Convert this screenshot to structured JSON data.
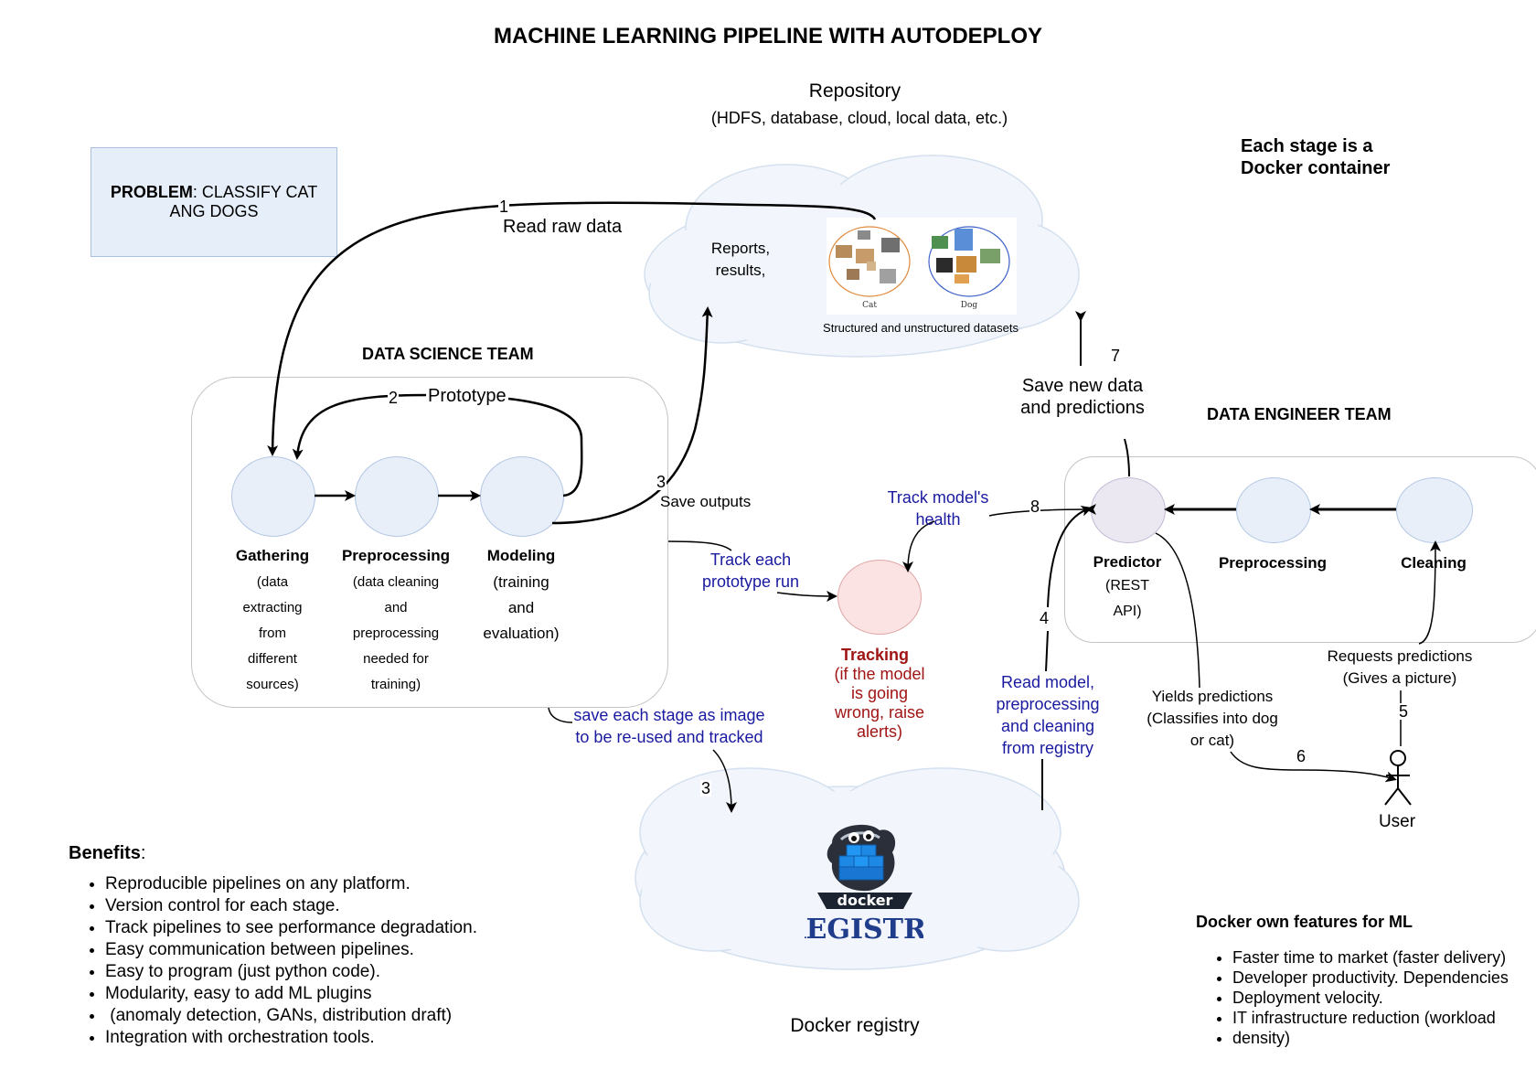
{
  "title": "MACHINE LEARNING PIPELINE WITH AUTODEPLOY",
  "repository": {
    "title": "Repository",
    "subtitle": "(HDFS, database, cloud, local data, etc.)",
    "reports": "Reports, results,",
    "datasets_caption": "Structured and unstructured datasets",
    "cat_label": "Cat",
    "dog_label": "Dog"
  },
  "problem": {
    "bold": "PROBLEM",
    "text": ": CLASSIFY CAT ANG DOGS"
  },
  "docker_note": "Each stage is a Docker container",
  "data_science_team": {
    "title": "DATA SCIENCE TEAM",
    "prototype_label": "Prototype",
    "stages": [
      {
        "name": "Gathering",
        "desc": "(data extracting from different sources)"
      },
      {
        "name": "Preprocessing",
        "desc": "(data cleaning and preprocessing needed for training)"
      },
      {
        "name": "Modeling",
        "desc": "(training and evaluation)"
      }
    ]
  },
  "data_engineer_team": {
    "title": "DATA ENGINEER TEAM",
    "stages": [
      {
        "name": "Predictor",
        "desc": "(REST API)"
      },
      {
        "name": "Preprocessing",
        "desc": ""
      },
      {
        "name": "Cleaning",
        "desc": ""
      }
    ]
  },
  "tracking": {
    "name": "Tracking",
    "desc": "(if the model is going wrong, raise alerts)",
    "color": "#a01414"
  },
  "edges": {
    "e1": {
      "num": "1",
      "label": "Read raw data"
    },
    "e2": {
      "num": "2"
    },
    "e3": {
      "num": "3",
      "label": "Save outputs"
    },
    "e3b": {
      "num": "3",
      "label": "save each stage as image to be re-used and tracked"
    },
    "e_track_run": {
      "label": "Track each prototype run"
    },
    "e4": {
      "num": "4",
      "label": "Read model, preprocessing and cleaning from registry"
    },
    "e5": {
      "num": "5",
      "label": "Requests predictions (Gives a picture)"
    },
    "e6": {
      "num": "6",
      "label": "Yields predictions (Classifies  into dog or cat)"
    },
    "e7": {
      "num": "7",
      "label": "Save new data and predictions"
    },
    "e8": {
      "num": "8",
      "label": "Track model's health"
    }
  },
  "user_label": "User",
  "registry": {
    "label": "Docker registry",
    "logo_top": "docker",
    "logo_bottom": "REGISTRY"
  },
  "benefits": {
    "heading": "Benefits",
    "items": [
      "Reproducible pipelines on any platform.",
      "Version control for each stage.",
      "Track pipelines to see performance degradation.",
      "Easy communication between pipelines.",
      "Easy to program (just python code).",
      "Modularity, easy to add ML plugins",
      " (anomaly detection, GANs, distribution draft)",
      "Integration with orchestration tools."
    ]
  },
  "features": {
    "heading": "Docker own features for ML",
    "items": [
      "Faster time to market (faster delivery)",
      "Developer productivity. Dependencies",
      "Deployment velocity.",
      "IT infrastructure reduction (workload",
      "density)"
    ]
  },
  "colors": {
    "node_fill": "#e8eff9",
    "tracking_fill": "#fbe3e3",
    "predictor_fill": "#ece8f2",
    "cloud_fill": "#f2f6fc",
    "link_blue": "#1a1aa0"
  }
}
